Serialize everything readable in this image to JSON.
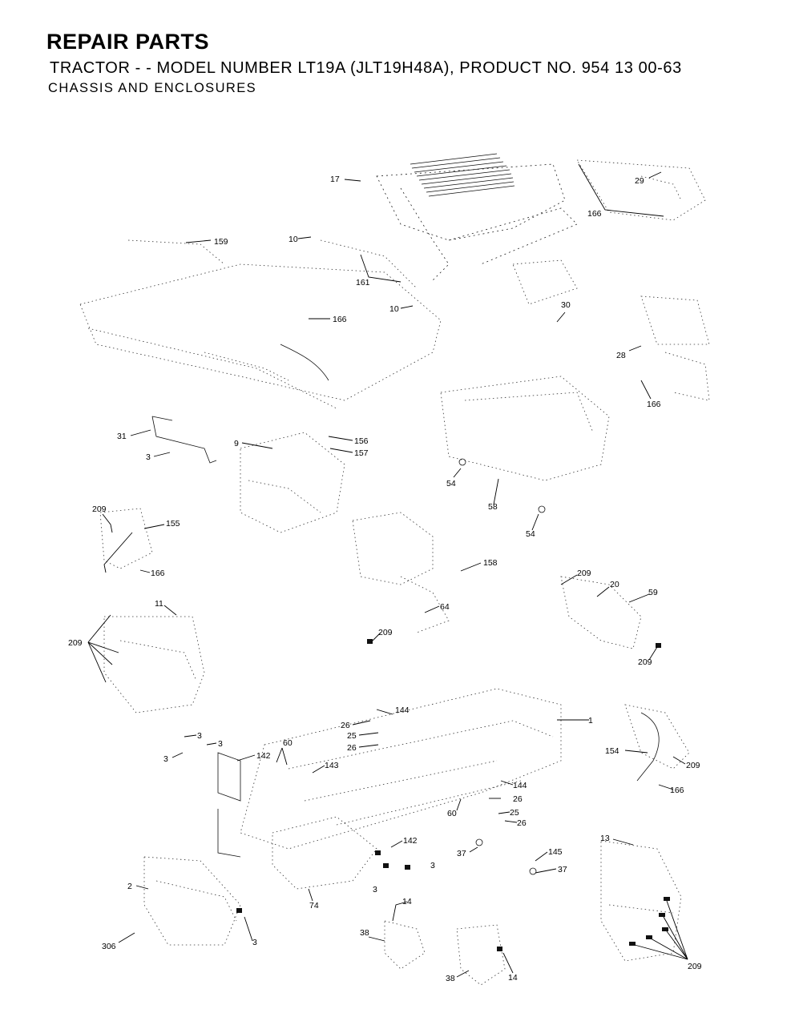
{
  "header": {
    "title": "REPAIR PARTS",
    "subtitle": "TRACTOR - - MODEL NUMBER LT19A (JLT19H48A), PRODUCT NO. 954 13 00-63",
    "section": "CHASSIS AND ENCLOSURES"
  },
  "callouts": [
    "17",
    "29",
    "166",
    "10",
    "159",
    "161",
    "10",
    "30",
    "166",
    "28",
    "166",
    "31",
    "3",
    "9",
    "156",
    "157",
    "54",
    "58",
    "54",
    "209",
    "155",
    "166",
    "158",
    "64",
    "209",
    "209",
    "20",
    "59",
    "209",
    "11",
    "209",
    "144",
    "26",
    "1",
    "25",
    "26",
    "3",
    "3",
    "3",
    "142",
    "60",
    "143",
    "154",
    "209",
    "144",
    "26",
    "166",
    "60",
    "25",
    "26",
    "142",
    "37",
    "145",
    "37",
    "3",
    "3",
    "2",
    "74",
    "13",
    "14",
    "306",
    "3",
    "38",
    "38",
    "14",
    "209"
  ]
}
